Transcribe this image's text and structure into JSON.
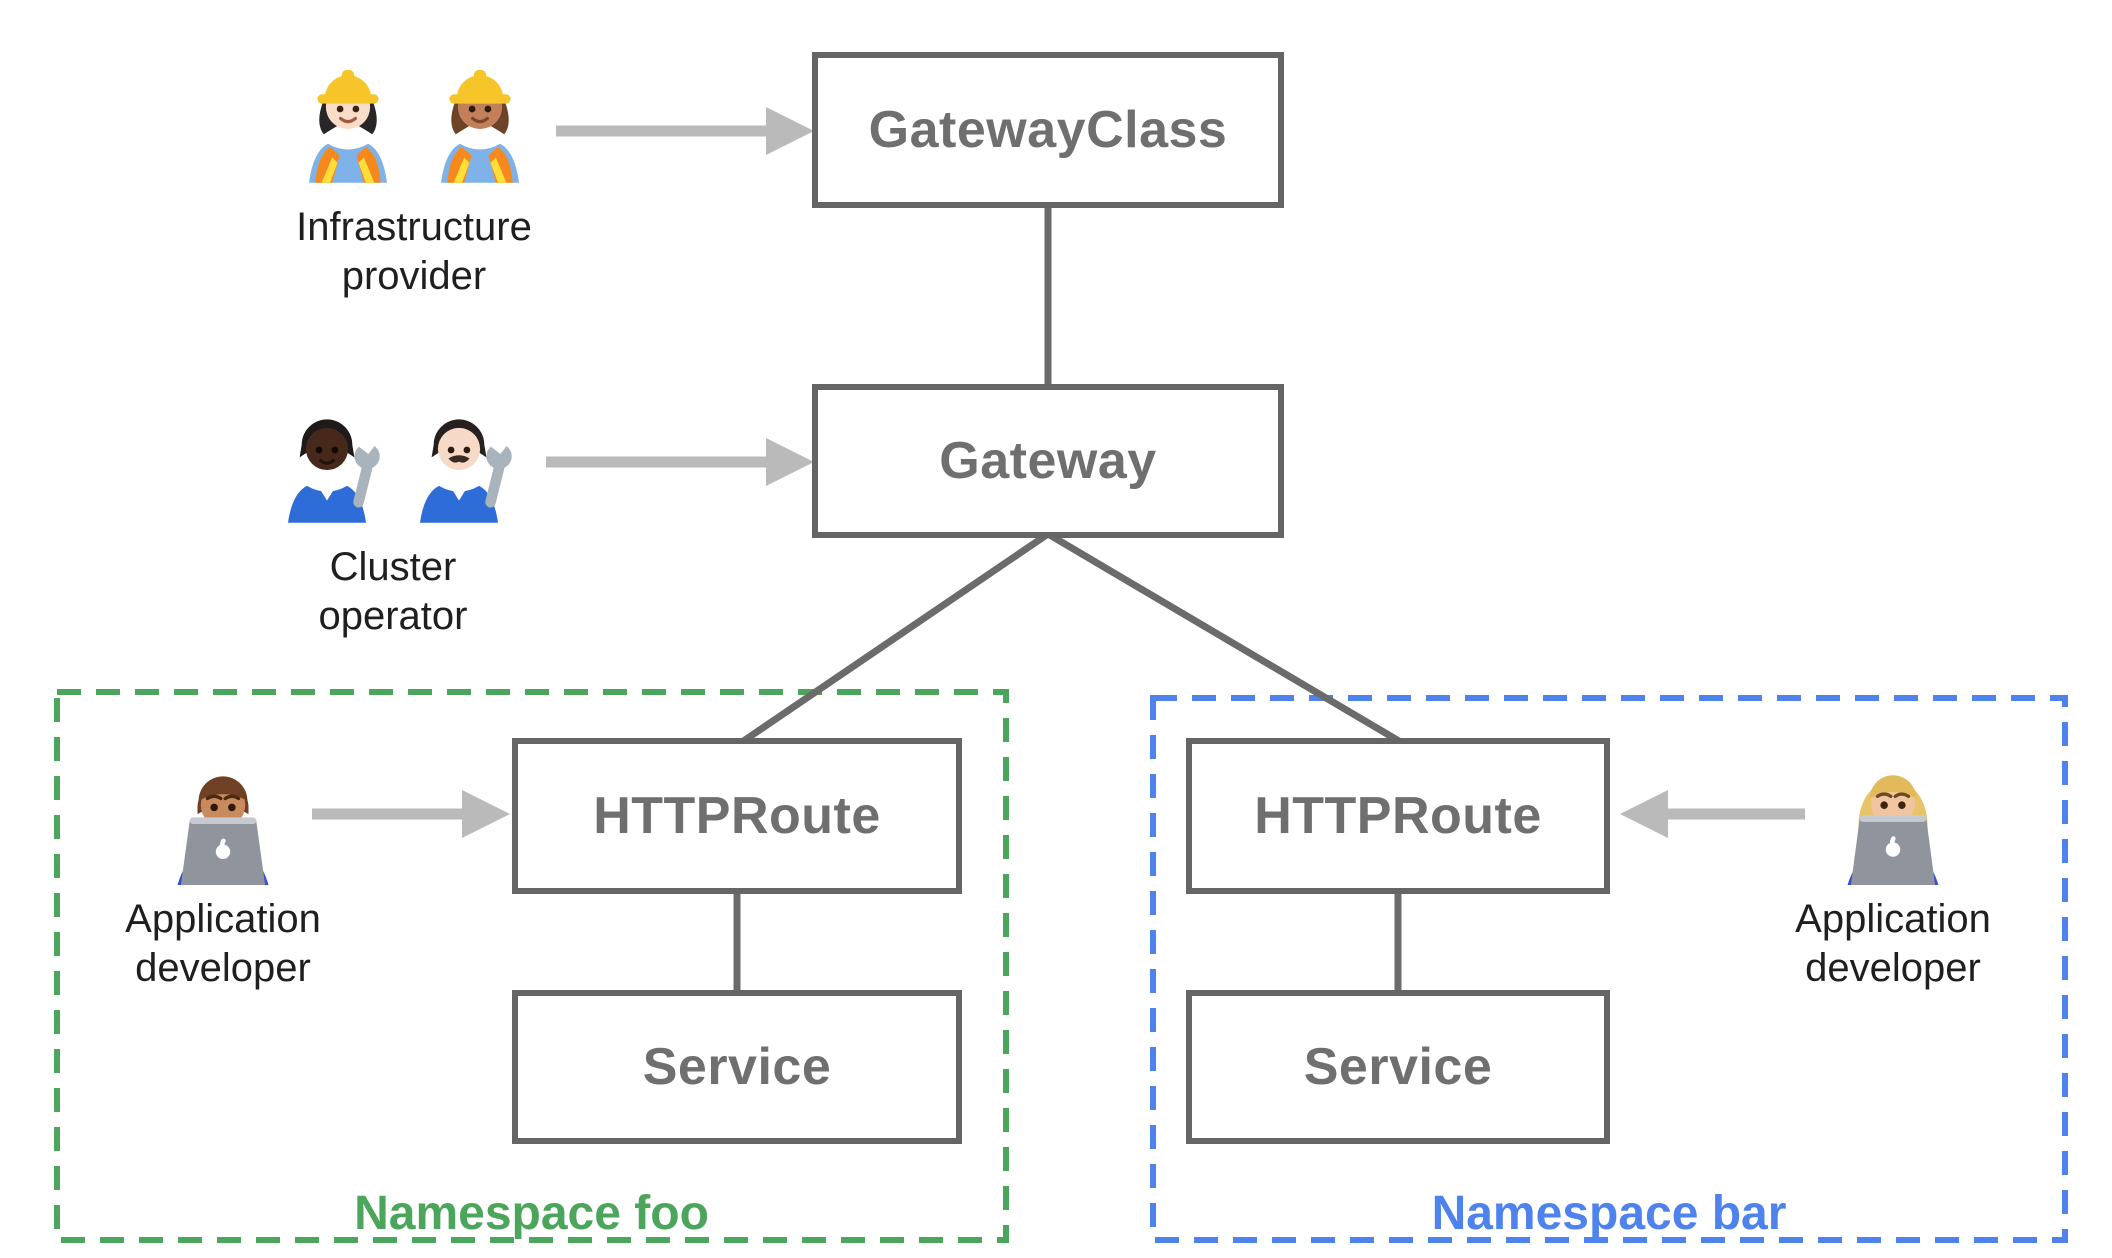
{
  "colors": {
    "box_border": "#656565",
    "box_text": "#6f6f6f",
    "connector_line": "#6b6b6b",
    "arrow": "#bababa",
    "persona_text": "#1f1f1f",
    "namespace_foo_green": "#4BA55A",
    "namespace_bar_blue": "#4E82EC",
    "background": "#ffffff"
  },
  "nodes": {
    "gateway_class": {
      "label": "GatewayClass"
    },
    "gateway": {
      "label": "Gateway"
    },
    "httproute_foo": {
      "label": "HTTPRoute"
    },
    "service_foo": {
      "label": "Service"
    },
    "httproute_bar": {
      "label": "HTTPRoute"
    },
    "service_bar": {
      "label": "Service"
    }
  },
  "personas": {
    "infrastructure_provider": {
      "emoji": "👷🏻‍♀️ 👷🏽‍♀️",
      "icon": "construction-worker-pair",
      "lines": [
        "Infrastructure",
        "provider"
      ]
    },
    "cluster_operator": {
      "emoji": "🧑🏿‍🔧 👨🏻‍🔧",
      "icon": "mechanic-pair",
      "lines": [
        "Cluster",
        "operator"
      ]
    },
    "application_developer_foo": {
      "emoji": "👨🏽‍💻",
      "icon": "man-technologist",
      "lines": [
        "Application",
        "developer"
      ]
    },
    "application_developer_bar": {
      "emoji": "👩🏼‍💻",
      "icon": "woman-technologist",
      "lines": [
        "Application",
        "developer"
      ]
    }
  },
  "namespaces": {
    "foo": {
      "label": "Namespace foo"
    },
    "bar": {
      "label": "Namespace bar"
    }
  },
  "edges": [
    {
      "from": "gateway_class",
      "to": "gateway",
      "style": "solid-line"
    },
    {
      "from": "gateway",
      "to": "httproute_foo",
      "style": "solid-line"
    },
    {
      "from": "gateway",
      "to": "httproute_bar",
      "style": "solid-line"
    },
    {
      "from": "httproute_foo",
      "to": "service_foo",
      "style": "solid-line"
    },
    {
      "from": "httproute_bar",
      "to": "service_bar",
      "style": "solid-line"
    }
  ],
  "arrows": [
    {
      "from": "infrastructure_provider",
      "to": "gateway_class",
      "direction": "right"
    },
    {
      "from": "cluster_operator",
      "to": "gateway",
      "direction": "right"
    },
    {
      "from": "application_developer_foo",
      "to": "httproute_fooo_box",
      "direction": "right"
    },
    {
      "from": "application_developer_bar",
      "to": "httproute_bar_box",
      "direction": "left"
    }
  ]
}
